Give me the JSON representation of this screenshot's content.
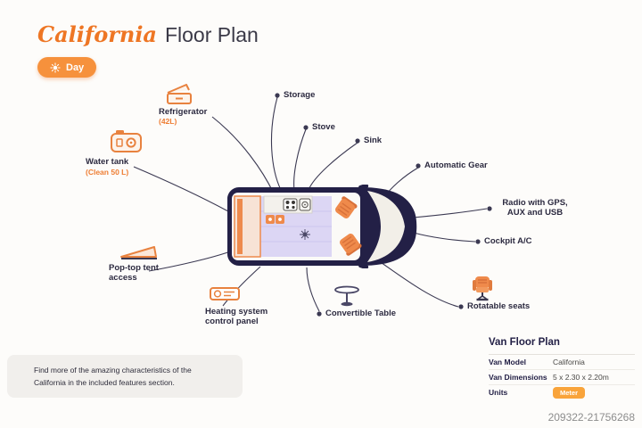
{
  "colors": {
    "accent": "#ee7d33",
    "dark_body": "#232046",
    "lavender": "#dcd6f4",
    "badge": "#f9a43b"
  },
  "header": {
    "title_accent": "California",
    "title_rest": "Floor Plan",
    "mode_toggle": "Day"
  },
  "icons": {
    "sun": "☀",
    "refrigerator": "open-cooler",
    "water_tank": "tank-with-gauge",
    "pop_top": "wedge-roof",
    "heating": "control-panel",
    "convertible_table": "pedestal-table",
    "rotatable_seat": "swivel-seat"
  },
  "callouts": {
    "storage": {
      "label": "Storage"
    },
    "refrigerator": {
      "label": "Refrigerator",
      "sublabel": "(42L)"
    },
    "stove": {
      "label": "Stove"
    },
    "sink": {
      "label": "Sink"
    },
    "automatic_gear": {
      "label": "Automatic Gear"
    },
    "radio": {
      "label": "Radio with GPS, AUX and USB"
    },
    "cockpit_ac": {
      "label": "Cockpit A/C"
    },
    "rotatable_seats": {
      "label": "Rotatable seats"
    },
    "convertible_table": {
      "label": "Convertible Table"
    },
    "heating": {
      "label": "Heating system control panel"
    },
    "pop_top": {
      "label": "Pop-top tent access"
    },
    "water_tank": {
      "label": "Water tank",
      "sublabel": "(Clean 50 L)"
    }
  },
  "note": {
    "text": "Find more of the amazing characteristics of the California in the included features section."
  },
  "info_panel": {
    "title": "Van Floor Plan",
    "rows": [
      {
        "label": "Van Model",
        "value": "California"
      },
      {
        "label": "Van Dimensions",
        "value": "5 x 2.30 x 2.20m"
      },
      {
        "label": "Units",
        "value": "Meter"
      }
    ]
  },
  "watermark": "209322-21756268"
}
